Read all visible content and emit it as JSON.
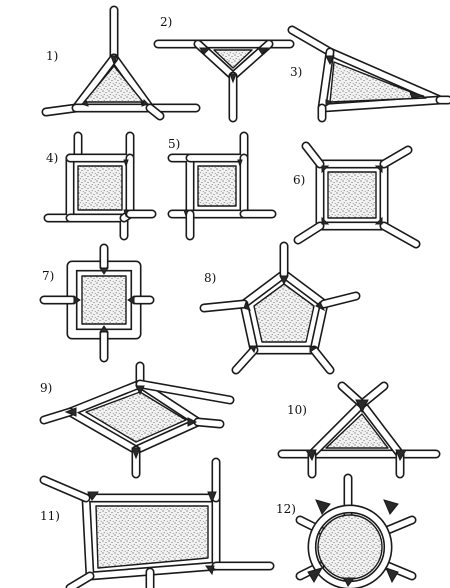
{
  "panels": [
    {
      "id": 1,
      "label": "1)"
    },
    {
      "id": 2,
      "label": "2)"
    },
    {
      "id": 3,
      "label": "3)"
    },
    {
      "id": 4,
      "label": "4)"
    },
    {
      "id": 5,
      "label": "5)"
    },
    {
      "id": 6,
      "label": "6)"
    },
    {
      "id": 7,
      "label": "7)"
    },
    {
      "id": 8,
      "label": "8)"
    },
    {
      "id": 9,
      "label": "9)"
    },
    {
      "id": 10,
      "label": "10)"
    },
    {
      "id": 11,
      "label": "11)"
    },
    {
      "id": 12,
      "label": "12)"
    }
  ],
  "colors": {
    "ink": "#1a1a1a",
    "wall": "#ffffff",
    "cytoplasm": "#e6e6e6",
    "stipple": "#555555",
    "background": "#ffffff"
  }
}
